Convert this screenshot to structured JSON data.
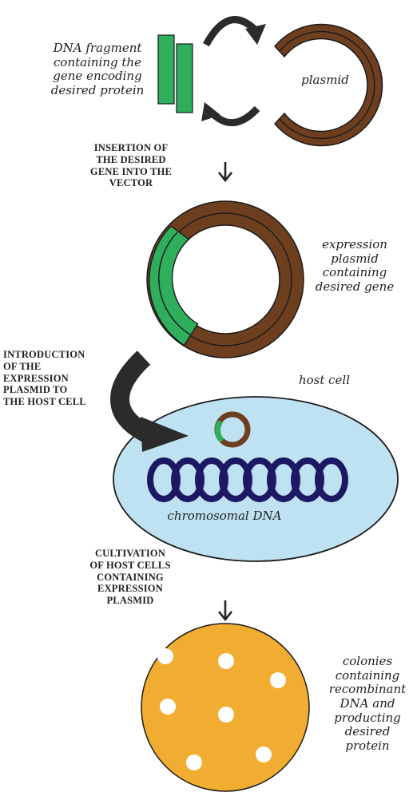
{
  "colors": {
    "plasmid_brown": "#6e3f1f",
    "gene_green": "#2fae5c",
    "cell_blue": "#bfe2f2",
    "chromosome_purple": "#1c1863",
    "arrow_dark": "#2b2b2b",
    "colony_plate": "#f0ad31",
    "colony_white": "#ffffff"
  },
  "labels": {
    "dna_fragment": [
      "DNA fragment",
      "containing the",
      "gene encoding",
      "desired protein"
    ],
    "plasmid": "plasmid",
    "insertion_step": [
      "INSERTION OF",
      "THE DESIRED",
      "GENE INTO THE",
      "VECTOR"
    ],
    "expression_plasmid": [
      "expression",
      "plasmid",
      "containing",
      "desired gene"
    ],
    "introduction_step": [
      "INTRODUCTION",
      "OF THE",
      "EXPRESSION",
      "PLASMID TO",
      "THE HOST CELL"
    ],
    "host_cell": "host cell",
    "chromosomal_dna": "chromosomal DNA",
    "cultivation_step": [
      "CULTIVATION",
      "OF HOST CELLS",
      "CONTAINING",
      "EXPRESSION",
      "PLASMID"
    ],
    "colonies": [
      "colonies",
      "containing",
      "recombinant",
      "DNA and",
      "producting",
      "desired",
      "protein"
    ]
  },
  "icons": {
    "curved_arrows": "curved-arrow-icon",
    "step_arrow": "down-arrow-icon"
  },
  "chromosome_loop_count": 8,
  "colony_count": 7
}
